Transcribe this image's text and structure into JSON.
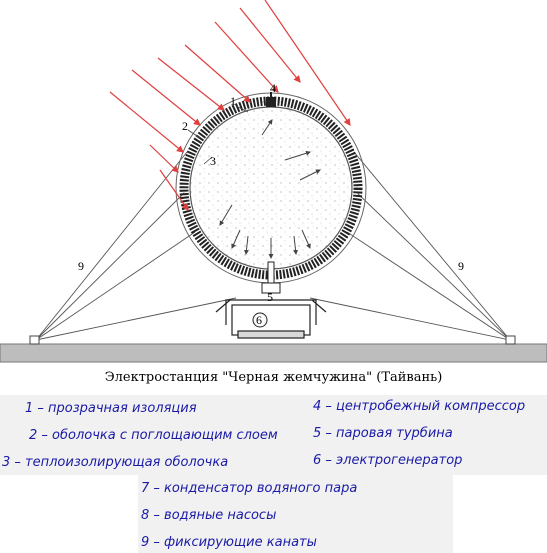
{
  "diagram": {
    "labels": [
      "1",
      "2",
      "3",
      "4",
      "5",
      "6",
      "9",
      "9"
    ]
  },
  "caption": "Электростанция \"Черная жемчужина\" (Тайвань)",
  "legend": {
    "left": [
      "1 – прозрачная изоляция",
      "2 – оболочка с поглощающим слоем",
      "3 – теплоизолирующая оболочка"
    ],
    "right": [
      "4 – центробежный компрессор",
      "5 – паровая турбина",
      "6 – электрогенератор"
    ],
    "bottom": [
      "7 – конденсатор водяного пара",
      "8 – водяные насосы",
      "9 – фиксирующие канаты"
    ]
  },
  "colors": {
    "sun_rays": "#e0403f",
    "legend_text": "#1a1aa6",
    "ground": "#bdbdbd",
    "panel": "#f1f1f1"
  }
}
